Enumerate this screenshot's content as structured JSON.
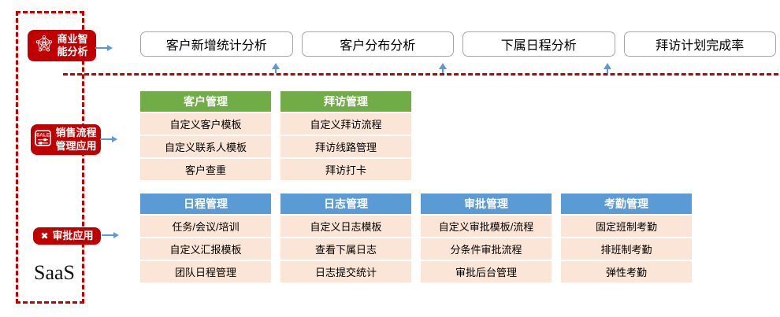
{
  "colors": {
    "red": "#C00000",
    "blue": "#5B9BD5",
    "green": "#70AD47",
    "peach": "#FBE5D6",
    "box_border": "#A6A6A6"
  },
  "icons": {
    "bi": "network-graph-icon",
    "sales": "sale-sliders-icon",
    "approval": "x-mark-icon",
    "flow": "arrow-right-icon",
    "data_flow": "arrow-up-icon"
  },
  "saas_label": "SaaS",
  "badges": {
    "bi": {
      "line1": "商业智",
      "line2": "能分析"
    },
    "sales": {
      "line1": "销售流程",
      "line2": "管理应用"
    },
    "approval": {
      "label": "审批应用",
      "x_glyph": "✖"
    }
  },
  "analysis_boxes": [
    "客户新增统计分析",
    "客户分布分析",
    "下属日程分析",
    "拜访计划完成率"
  ],
  "sales_tables": [
    {
      "header": "客户管理",
      "rows": [
        "自定义客户模板",
        "自定义联系人模板",
        "客户查重"
      ]
    },
    {
      "header": "拜访管理",
      "rows": [
        "自定义拜访流程",
        "拜访线路管理",
        "拜访打卡"
      ]
    }
  ],
  "approval_tables": [
    {
      "header": "日程管理",
      "rows": [
        "任务/会议/培训",
        "自定义汇报模板",
        "团队日程管理"
      ]
    },
    {
      "header": "日志管理",
      "rows": [
        "自定义日志模板",
        "查看下属日志",
        "日志提交统计"
      ]
    },
    {
      "header": "审批管理",
      "rows": [
        "自定义审批模板/流程",
        "分条件审批流程",
        "审批后台管理"
      ]
    },
    {
      "header": "考勤管理",
      "rows": [
        "固定班制考勤",
        "排班制考勤",
        "弹性考勤"
      ]
    }
  ]
}
